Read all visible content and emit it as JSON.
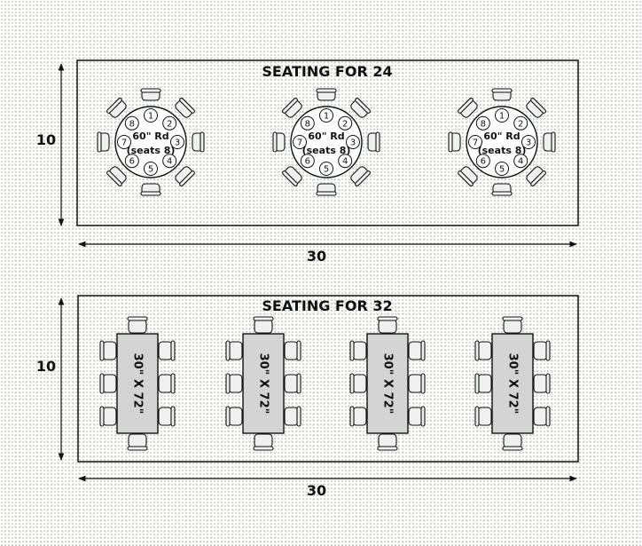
{
  "layouts": [
    {
      "title": "SEATING FOR 24",
      "dim_height": "10",
      "dim_width": "30",
      "table_label_line1": "60\" Rd",
      "table_label_line2": "(seats 8)",
      "tables": 3,
      "seats_per_table": 8,
      "seat_numbers": [
        "1",
        "2",
        "3",
        "4",
        "5",
        "6",
        "7",
        "8"
      ]
    },
    {
      "title": "SEATING FOR 32",
      "dim_height": "10",
      "dim_width": "30",
      "table_label": "30\" X 72\"",
      "tables": 4,
      "seats_per_table": 8
    }
  ],
  "colors": {
    "line": "#111111",
    "table_fill_rect": "#d4d4d4",
    "chair_fill": "#f0f0f0"
  }
}
